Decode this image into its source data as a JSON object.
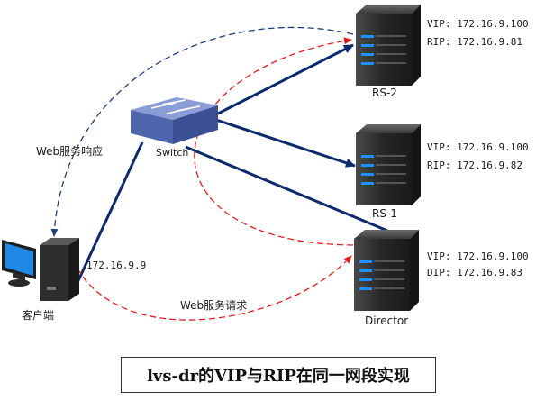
{
  "nodes": {
    "rs2": {
      "name": "RS-2",
      "vip_label": "VIP:",
      "vip": "172.16.9.100",
      "rip_label": "RIP:",
      "rip": "172.16.9.81"
    },
    "rs1": {
      "name": "RS-1",
      "vip_label": "VIP:",
      "vip": "172.16.9.100",
      "rip_label": "RIP:",
      "rip": "172.16.9.82"
    },
    "director": {
      "name": "Director",
      "vip_label": "VIP:",
      "vip": "172.16.9.100",
      "dip_label": "DIP:",
      "dip": "172.16.9.83"
    },
    "switch": {
      "name": "Switch"
    },
    "client": {
      "name": "客户端",
      "ip": "172.16.9.9"
    }
  },
  "flows": {
    "response": "Web服务响应",
    "request": "Web服务请求"
  },
  "caption": "lvs-dr的VIP与RIP在同一网段实现",
  "colors": {
    "link": "#0d2a6b",
    "response_arrow": "#1f3d7a",
    "request_arrow": "#e02020",
    "server": "#2a2a2a",
    "server_led": "#1e90ff",
    "switch": "#5b73b8"
  }
}
